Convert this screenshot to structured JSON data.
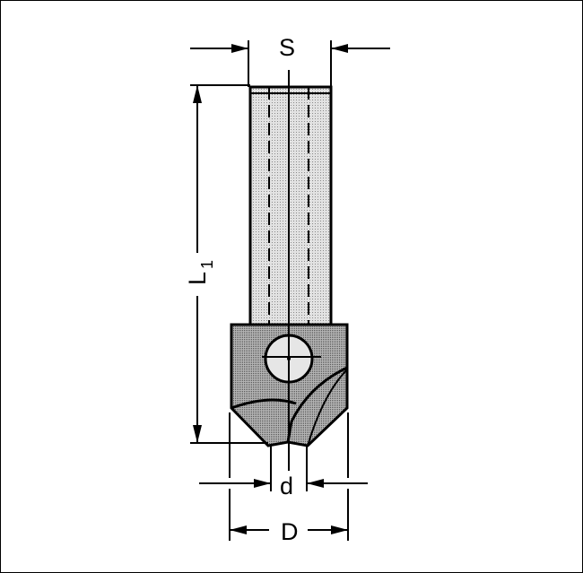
{
  "diagram": {
    "subject": "countersink drill bit with shank",
    "labels": {
      "shank_diameter": "S",
      "total_length": "L",
      "total_length_subscript": "1",
      "cutting_diameter": "D",
      "pilot_diameter": "d"
    },
    "colors": {
      "line": "#000000",
      "fill_shank": "#d8d8d8",
      "fill_head": "#a8a8a8",
      "background": "#ffffff"
    }
  }
}
